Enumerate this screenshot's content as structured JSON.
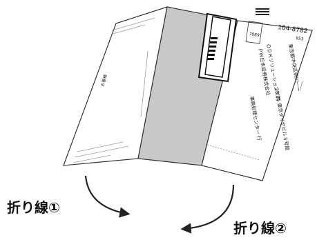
{
  "fold_lines": {
    "fold_1": "折り線①",
    "fold_2": "折り線②"
  },
  "postcard": {
    "postal_code": "104-8782",
    "sub_code": "953",
    "stamp_box_text": "7089",
    "left_side_heading": "お客様",
    "address_lines": [
      "東京都中央区新川一ー",
      "28 25 東京ダイヤビル３号館",
      "ＯＤＫソリューションズ内",
      "ＰＷ日本証券株式会社",
      "事務処理センター 行"
    ]
  },
  "colors": {
    "fold_band": "#c8c8c8",
    "paper": "#ffffff",
    "outline": "#333333"
  }
}
